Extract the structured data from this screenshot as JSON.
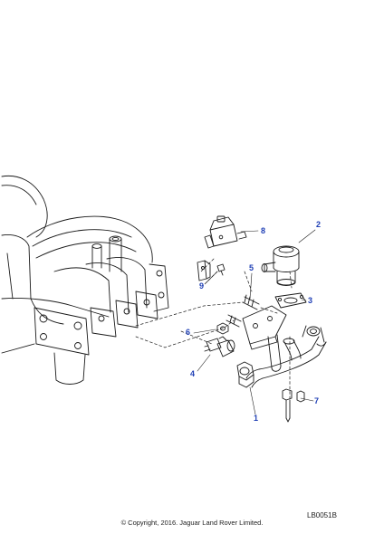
{
  "callouts": {
    "c1": "1",
    "c2": "2",
    "c3": "3",
    "c4": "4",
    "c5": "5",
    "c6": "6",
    "c7": "7",
    "c8": "8",
    "c9": "9"
  },
  "diagram_ref": "LB0051B",
  "copyright": "© Copyright, 2016. Jaguar Land Rover Limited.",
  "colors": {
    "callout": "#1f3fb5",
    "line": "#1a1a1a"
  }
}
